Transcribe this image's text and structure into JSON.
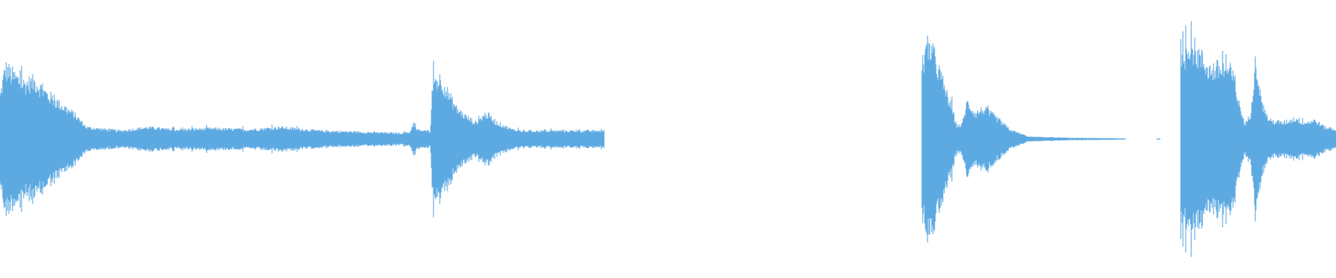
{
  "waveform": {
    "color": "#5DA9E2",
    "background": "#FFFFFF",
    "segments": [
      {
        "start": 0.0,
        "end": 0.452,
        "envelope": [
          [
            0.0,
            0.36
          ],
          [
            0.004,
            0.62
          ],
          [
            0.01,
            0.55
          ],
          [
            0.018,
            0.48
          ],
          [
            0.026,
            0.5
          ],
          [
            0.034,
            0.4
          ],
          [
            0.045,
            0.3
          ],
          [
            0.055,
            0.22
          ],
          [
            0.065,
            0.1
          ],
          [
            0.09,
            0.07
          ],
          [
            0.11,
            0.1
          ],
          [
            0.13,
            0.08
          ],
          [
            0.16,
            0.09
          ],
          [
            0.185,
            0.08
          ],
          [
            0.21,
            0.1
          ],
          [
            0.24,
            0.07
          ],
          [
            0.27,
            0.06
          ],
          [
            0.3,
            0.05
          ],
          [
            0.307,
            0.06
          ],
          [
            0.309,
            0.13
          ],
          [
            0.312,
            0.08
          ],
          [
            0.318,
            0.07
          ]
        ]
      },
      {
        "start": 0.322,
        "end": 0.452,
        "envelope": [
          [
            0.322,
            0.04
          ],
          [
            0.324,
            0.52
          ],
          [
            0.33,
            0.52
          ],
          [
            0.336,
            0.38
          ],
          [
            0.342,
            0.26
          ],
          [
            0.348,
            0.2
          ],
          [
            0.356,
            0.14
          ],
          [
            0.364,
            0.22
          ],
          [
            0.372,
            0.14
          ],
          [
            0.384,
            0.08
          ],
          [
            0.4,
            0.03
          ],
          [
            0.42,
            0.01
          ],
          [
            0.452,
            0.005
          ]
        ]
      },
      {
        "start": 0.69,
        "end": 0.842,
        "envelope": [
          [
            0.69,
            0.64
          ],
          [
            0.695,
            0.82
          ],
          [
            0.7,
            0.7
          ],
          [
            0.706,
            0.48
          ],
          [
            0.712,
            0.28
          ],
          [
            0.716,
            0.12
          ],
          [
            0.72,
            0.12
          ],
          [
            0.724,
            0.32
          ],
          [
            0.73,
            0.22
          ],
          [
            0.736,
            0.26
          ],
          [
            0.744,
            0.2
          ],
          [
            0.756,
            0.08
          ],
          [
            0.77,
            0.02
          ],
          [
            0.8,
            0.01
          ],
          [
            0.842,
            0.005
          ]
        ]
      },
      {
        "start": 0.866,
        "end": 0.868,
        "envelope": [
          [
            0.866,
            0.005
          ],
          [
            0.868,
            0.005
          ]
        ]
      },
      {
        "start": 0.884,
        "end": 1.0,
        "envelope": [
          [
            0.884,
            0.62
          ],
          [
            0.89,
            0.85
          ],
          [
            0.898,
            0.72
          ],
          [
            0.906,
            0.6
          ],
          [
            0.914,
            0.62
          ],
          [
            0.922,
            0.58
          ],
          [
            0.928,
            0.28
          ],
          [
            0.932,
            0.12
          ],
          [
            0.936,
            0.22
          ],
          [
            0.94,
            0.7
          ],
          [
            0.944,
            0.32
          ],
          [
            0.95,
            0.16
          ],
          [
            0.96,
            0.14
          ],
          [
            0.97,
            0.18
          ],
          [
            0.976,
            0.14
          ],
          [
            0.984,
            0.16
          ],
          [
            0.992,
            0.1
          ],
          [
            1.0,
            0.08
          ]
        ]
      }
    ]
  }
}
